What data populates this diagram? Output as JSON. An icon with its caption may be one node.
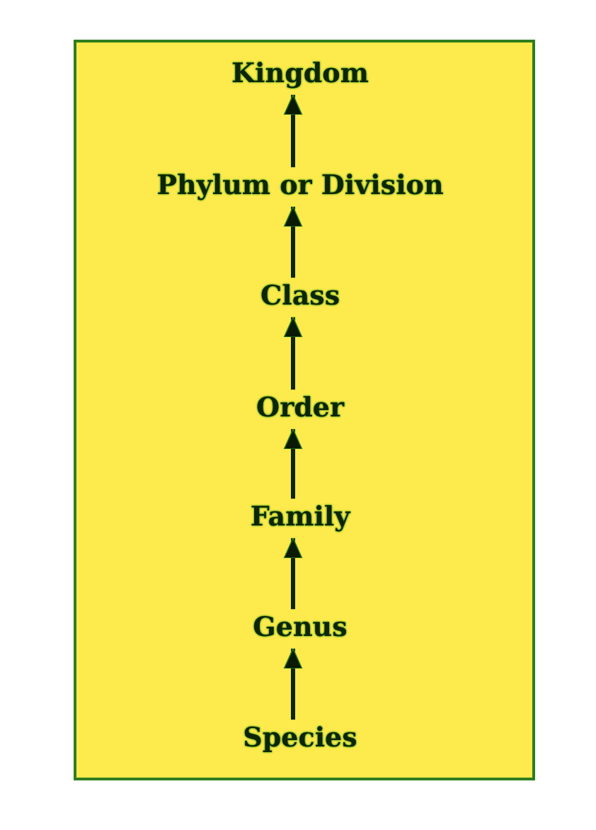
{
  "diagram": {
    "nodes": [
      {
        "text": [
          "Kingdom"
        ]
      },
      {
        "text": [
          "Phylum or Division"
        ]
      },
      {
        "text": [
          "Class"
        ]
      },
      {
        "text": [
          "Order"
        ]
      },
      {
        "text": [
          "Family"
        ]
      },
      {
        "text": [
          "Genus"
        ]
      },
      {
        "text": [
          "Species"
        ]
      }
    ],
    "edges": [
      {
        "from": 1,
        "to": 0,
        "arrow": "to"
      },
      {
        "from": 2,
        "to": 1,
        "arrow": "to"
      },
      {
        "from": 3,
        "to": 2,
        "arrow": "to"
      },
      {
        "from": 4,
        "to": 3,
        "arrow": "to"
      },
      {
        "from": 5,
        "to": 4,
        "arrow": "to"
      },
      {
        "from": 6,
        "to": 5,
        "arrow": "to"
      }
    ]
  }
}
